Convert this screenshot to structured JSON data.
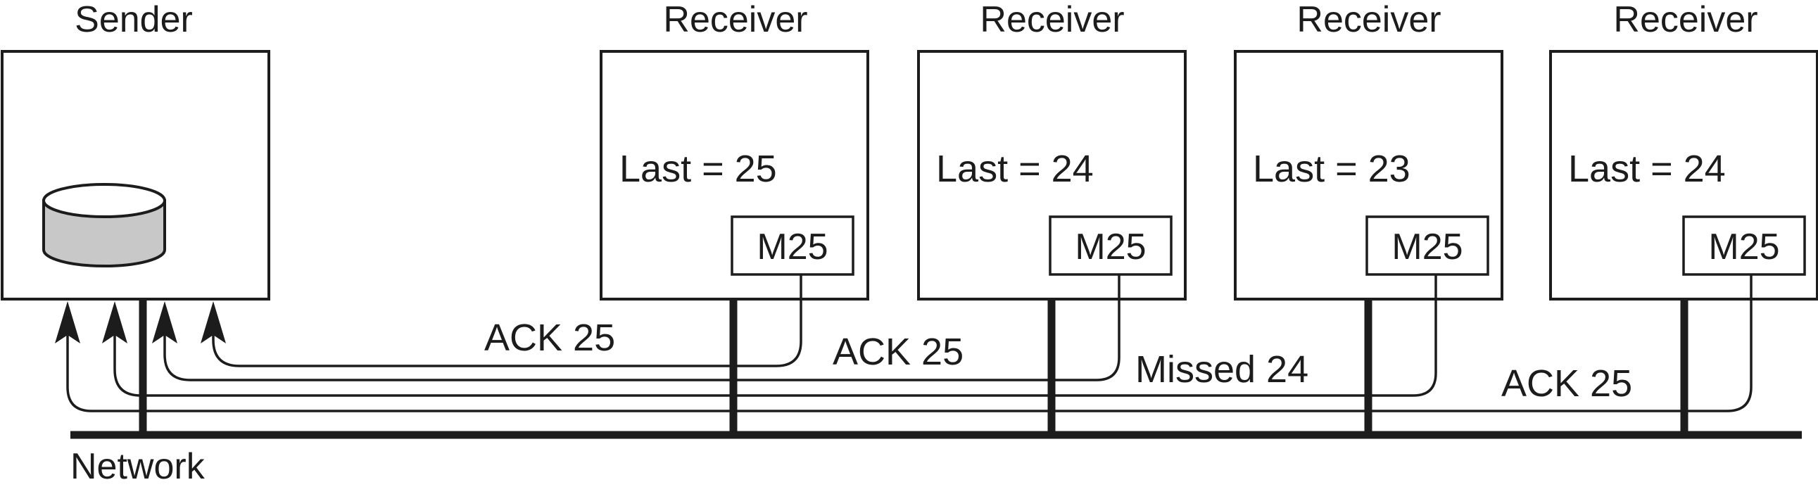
{
  "sender": {
    "label": "Sender"
  },
  "network": {
    "label": "Network"
  },
  "receivers": [
    {
      "label": "Receiver",
      "state": "Last = 25",
      "message": "M25",
      "reply": "ACK 25"
    },
    {
      "label": "Receiver",
      "state": "Last = 24",
      "message": "M25",
      "reply": "ACK 25"
    },
    {
      "label": "Receiver",
      "state": "Last = 23",
      "message": "M25",
      "reply": "Missed 24"
    },
    {
      "label": "Receiver",
      "state": "Last = 24",
      "message": "M25",
      "reply": "ACK 25"
    }
  ],
  "colors": {
    "ink": "#1c1c1c",
    "disk_fill": "#c8c8c8",
    "background": "#ffffff"
  },
  "icons": {
    "storage": "database-cylinder-icon",
    "arrow": "arrow-up-icon"
  }
}
